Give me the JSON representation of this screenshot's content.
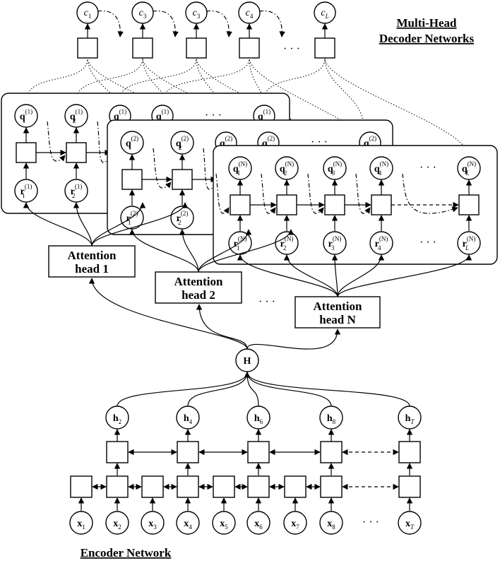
{
  "titles": {
    "decoder_line1": "Multi-Head",
    "decoder_line2": "Decoder Networks",
    "encoder": "Encoder Network"
  },
  "outputs": [
    {
      "base": "c",
      "sub": "1"
    },
    {
      "base": "c",
      "sub": "3"
    },
    {
      "base": "c",
      "sub": "3"
    },
    {
      "base": "c",
      "sub": "4"
    },
    {
      "base": "c",
      "sub": "L"
    }
  ],
  "heads": [
    {
      "q": [
        {
          "base": "q",
          "sub": "1",
          "sup": "(1)"
        },
        {
          "base": "q",
          "sub": "2",
          "sup": "(1)"
        }
      ],
      "r": [
        {
          "base": "r",
          "sub": "1",
          "sup": "(1)"
        },
        {
          "base": "r",
          "sub": "2",
          "sup": "(1)"
        }
      ],
      "partial_q_sup": "(1)"
    },
    {
      "q": [
        {
          "base": "q",
          "sub": "1",
          "sup": "(2)"
        },
        {
          "base": "q",
          "sub": "2",
          "sup": "(2)"
        }
      ],
      "r": [
        {
          "base": "r",
          "sub": "1",
          "sup": "(2)"
        },
        {
          "base": "r",
          "sub": "2",
          "sup": "(2)"
        }
      ],
      "partial_q_sup": "(2)"
    },
    {
      "q": [
        {
          "base": "q",
          "sub": "1",
          "sup": "(N)"
        },
        {
          "base": "q",
          "sub": "2",
          "sup": "(N)"
        },
        {
          "base": "q",
          "sub": "3",
          "sup": "(N)"
        },
        {
          "base": "q",
          "sub": "4",
          "sup": "(N)"
        },
        {
          "base": "q",
          "sub": "L",
          "sup": "(N)"
        }
      ],
      "r": [
        {
          "base": "r",
          "sub": "1",
          "sup": "(N)"
        },
        {
          "base": "r",
          "sub": "2",
          "sup": "(N)"
        },
        {
          "base": "r",
          "sub": "3",
          "sup": "(N)"
        },
        {
          "base": "r",
          "sub": "4",
          "sup": "(N)"
        },
        {
          "base": "r",
          "sub": "L",
          "sup": "(N)"
        }
      ]
    }
  ],
  "attention": [
    {
      "line1": "Attention",
      "line2": "head 1"
    },
    {
      "line1": "Attention",
      "line2": "head 2"
    },
    {
      "line1": "Attention",
      "line2": "head N"
    }
  ],
  "context": "H",
  "hidden": [
    {
      "base": "h",
      "sub": "2"
    },
    {
      "base": "h",
      "sub": "4"
    },
    {
      "base": "h",
      "sub": "6"
    },
    {
      "base": "h",
      "sub": "8"
    },
    {
      "base": "h",
      "sub": "T"
    }
  ],
  "inputs": [
    {
      "base": "x",
      "sub": "1"
    },
    {
      "base": "x",
      "sub": "2"
    },
    {
      "base": "x",
      "sub": "3"
    },
    {
      "base": "x",
      "sub": "4"
    },
    {
      "base": "x",
      "sub": "5"
    },
    {
      "base": "x",
      "sub": "6"
    },
    {
      "base": "x",
      "sub": "7"
    },
    {
      "base": "x",
      "sub": "8"
    },
    {
      "base": "x",
      "sub": "T"
    }
  ],
  "ellipsis": "· · ·"
}
